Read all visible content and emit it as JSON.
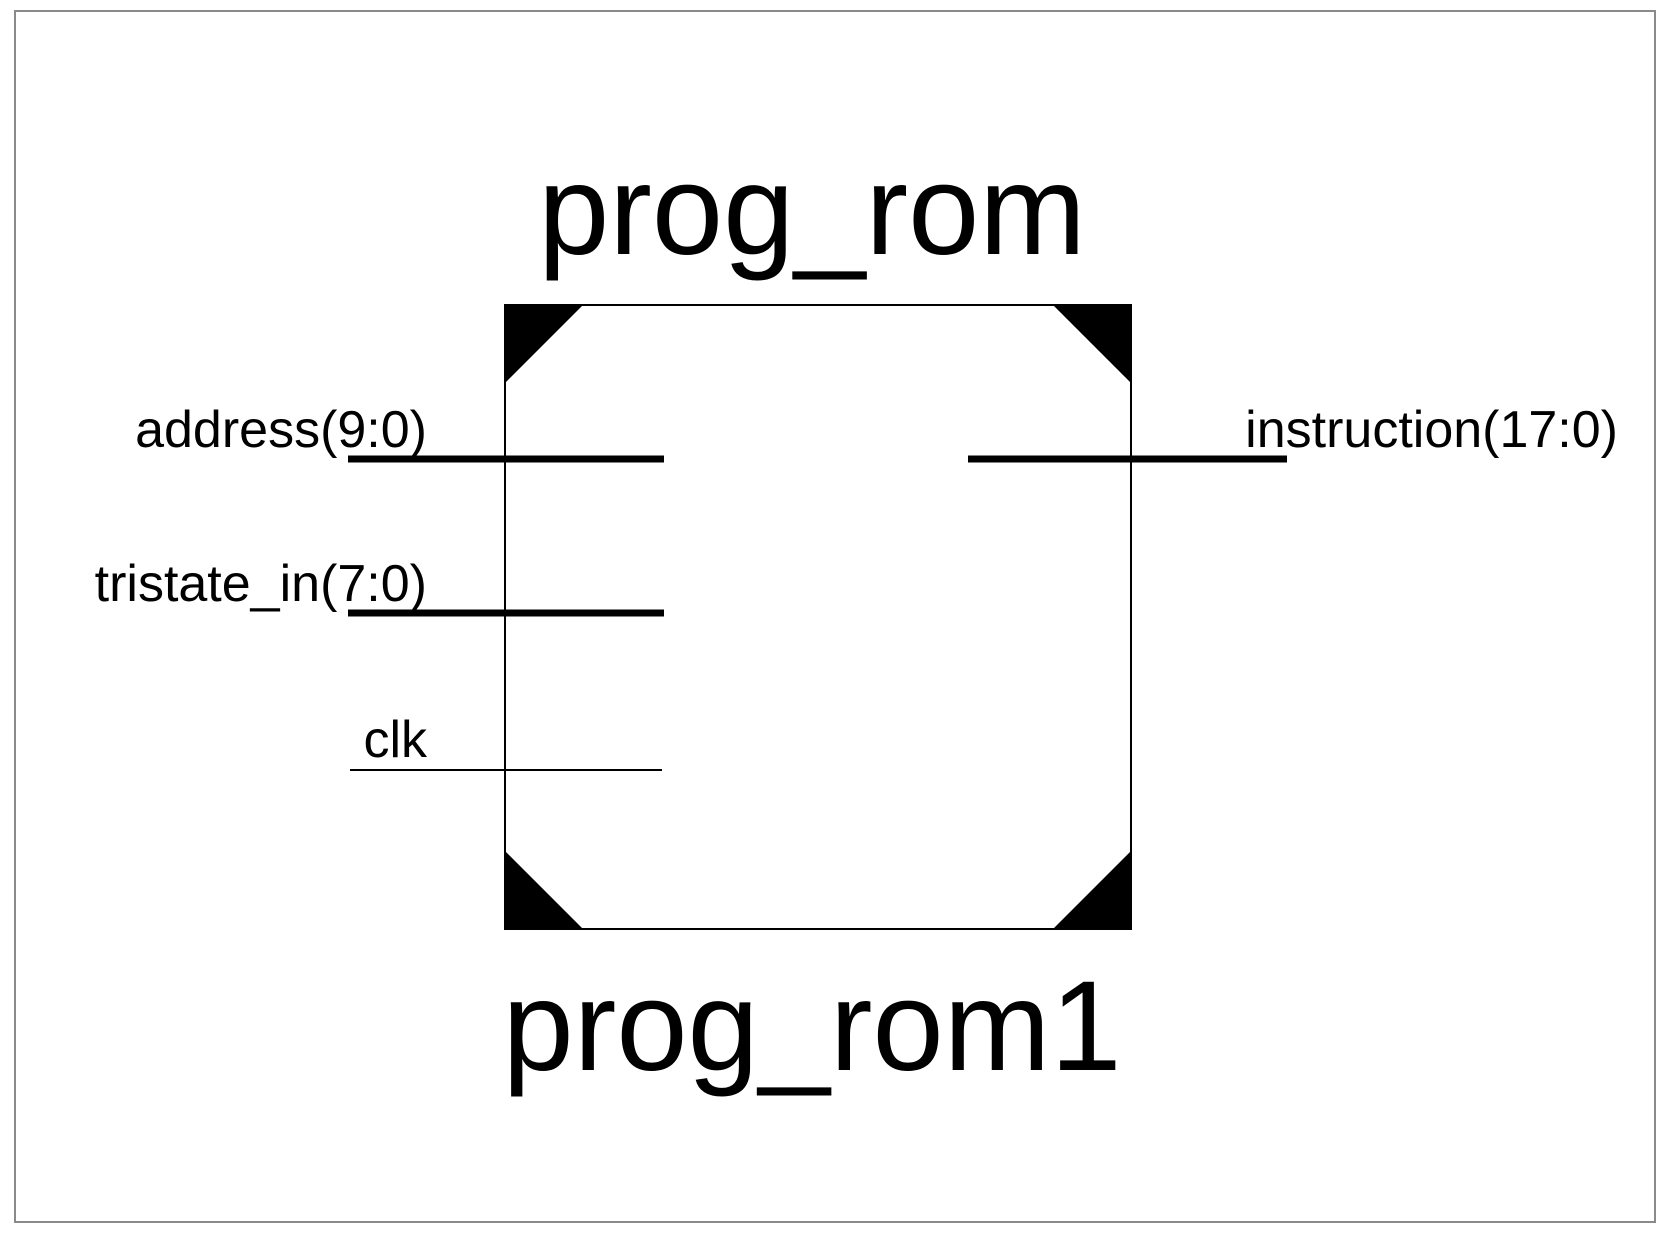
{
  "component": {
    "type_name": "prog_rom",
    "instance_name": "prog_rom1"
  },
  "ports": {
    "inputs": [
      {
        "label": "address(9:0)",
        "bus": true
      },
      {
        "label": "tristate_in(7:0)",
        "bus": true
      },
      {
        "label": "clk",
        "bus": false
      }
    ],
    "outputs": [
      {
        "label": "instruction(17:0)",
        "bus": true
      }
    ]
  }
}
